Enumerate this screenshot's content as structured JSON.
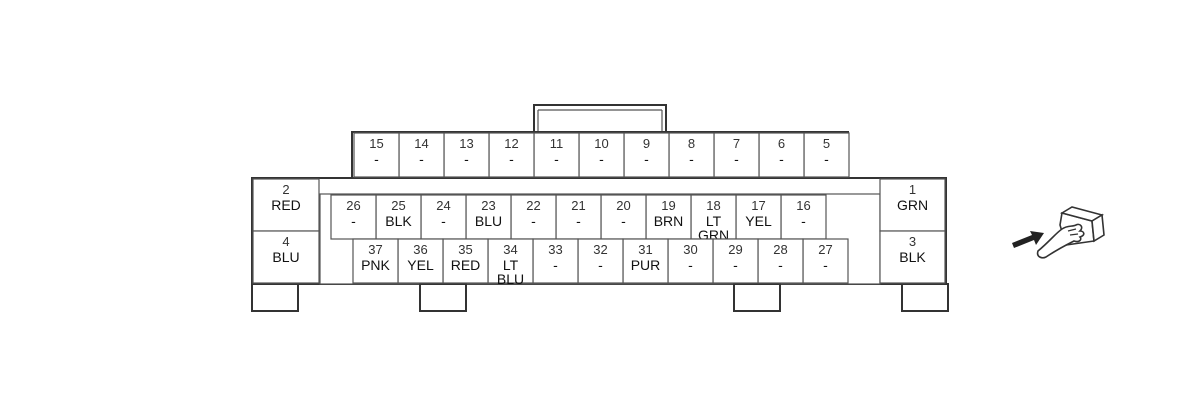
{
  "connector": {
    "pins": [
      {
        "num": "1",
        "color": [
          "GRN"
        ]
      },
      {
        "num": "2",
        "color": [
          "RED"
        ]
      },
      {
        "num": "3",
        "color": [
          "BLK"
        ]
      },
      {
        "num": "4",
        "color": [
          "BLU"
        ]
      },
      {
        "num": "5",
        "color": [
          "-"
        ]
      },
      {
        "num": "6",
        "color": [
          "-"
        ]
      },
      {
        "num": "7",
        "color": [
          "-"
        ]
      },
      {
        "num": "8",
        "color": [
          "-"
        ]
      },
      {
        "num": "9",
        "color": [
          "-"
        ]
      },
      {
        "num": "10",
        "color": [
          "-"
        ]
      },
      {
        "num": "11",
        "color": [
          "-"
        ]
      },
      {
        "num": "12",
        "color": [
          "-"
        ]
      },
      {
        "num": "13",
        "color": [
          "-"
        ]
      },
      {
        "num": "14",
        "color": [
          "-"
        ]
      },
      {
        "num": "15",
        "color": [
          "-"
        ]
      },
      {
        "num": "16",
        "color": [
          "-"
        ]
      },
      {
        "num": "17",
        "color": [
          "YEL"
        ]
      },
      {
        "num": "18",
        "color": [
          "LT",
          "GRN"
        ]
      },
      {
        "num": "19",
        "color": [
          "BRN"
        ]
      },
      {
        "num": "20",
        "color": [
          "-"
        ]
      },
      {
        "num": "21",
        "color": [
          "-"
        ]
      },
      {
        "num": "22",
        "color": [
          "-"
        ]
      },
      {
        "num": "23",
        "color": [
          "BLU"
        ]
      },
      {
        "num": "24",
        "color": [
          "-"
        ]
      },
      {
        "num": "25",
        "color": [
          "BLK"
        ]
      },
      {
        "num": "26",
        "color": [
          "-"
        ]
      },
      {
        "num": "27",
        "color": [
          "-"
        ]
      },
      {
        "num": "28",
        "color": [
          "-"
        ]
      },
      {
        "num": "29",
        "color": [
          "-"
        ]
      },
      {
        "num": "30",
        "color": [
          "-"
        ]
      },
      {
        "num": "31",
        "color": [
          "PUR"
        ]
      },
      {
        "num": "32",
        "color": [
          "-"
        ]
      },
      {
        "num": "33",
        "color": [
          "-"
        ]
      },
      {
        "num": "34",
        "color": [
          "LT",
          "BLU"
        ]
      },
      {
        "num": "35",
        "color": [
          "RED"
        ]
      },
      {
        "num": "36",
        "color": [
          "YEL"
        ]
      },
      {
        "num": "37",
        "color": [
          "PNK"
        ]
      }
    ]
  },
  "icons": {
    "view": "hand-pressing-connector-icon"
  }
}
